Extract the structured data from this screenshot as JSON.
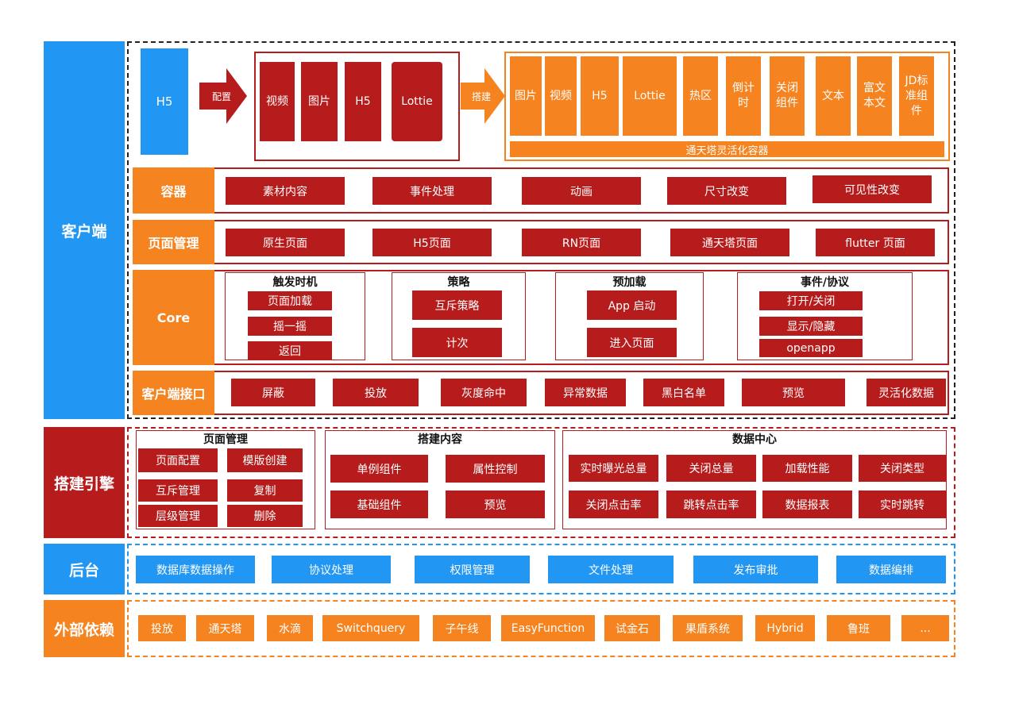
{
  "sides": {
    "client": "客户端",
    "engine": "搭建引擎",
    "backend": "后台",
    "external": "外部依赖"
  },
  "top": {
    "h5": "H5",
    "arrow1": "配置",
    "arrow2": "搭建",
    "config_items": [
      "视频",
      "图片",
      "H5",
      "Lottie"
    ],
    "container_items": [
      "图片",
      "视频",
      "H5",
      "Lottie",
      "热区",
      "倒计时",
      "关闭组件",
      "文本",
      "富文本文",
      "JD标准组件"
    ],
    "container_label": "通天塔灵活化容器"
  },
  "rows": {
    "container": {
      "label": "容器",
      "items": [
        "素材内容",
        "事件处理",
        "动画",
        "尺寸改变",
        "可见性改变"
      ]
    },
    "page_mgmt": {
      "label": "页面管理",
      "items": [
        "原生页面",
        "H5页面",
        "RN页面",
        "通天塔页面",
        "flutter 页面"
      ]
    },
    "core": {
      "label": "Core",
      "trigger": {
        "title": "触发时机",
        "items": [
          "页面加载",
          "摇一摇",
          "返回"
        ]
      },
      "strategy": {
        "title": "策略",
        "items": [
          "互斥策略",
          "计次"
        ]
      },
      "preload": {
        "title": "预加载",
        "items": [
          "App 启动",
          "进入页面"
        ]
      },
      "event": {
        "title": "事件/协议",
        "items": [
          "打开/关闭",
          "显示/隐藏",
          "openapp"
        ]
      }
    },
    "client_api": {
      "label": "客户端接口",
      "items": [
        "屏蔽",
        "投放",
        "灰度命中",
        "异常数据",
        "黑白名单",
        "预览",
        "灵活化数据"
      ]
    }
  },
  "engine": {
    "page_mgmt": {
      "title": "页面管理",
      "items": [
        "页面配置",
        "模版创建",
        "互斥管理",
        "复制",
        "层级管理",
        "删除"
      ]
    },
    "build_content": {
      "title": "搭建内容",
      "items": [
        "单例组件",
        "属性控制",
        "基础组件",
        "预览"
      ]
    },
    "data_center": {
      "title": "数据中心",
      "items": [
        "实时曝光总量",
        "关闭总量",
        "加载性能",
        "关闭类型",
        "关闭点击率",
        "跳转点击率",
        "数据报表",
        "实时跳转"
      ]
    }
  },
  "backend_items": [
    "数据库数据操作",
    "协议处理",
    "权限管理",
    "文件处理",
    "发布审批",
    "数据编排"
  ],
  "external_items": [
    "投放",
    "通天塔",
    "水滴",
    "Switchquery",
    "子午线",
    "EasyFunction",
    "试金石",
    "果盾系统",
    "Hybrid",
    "鲁班",
    "..."
  ]
}
